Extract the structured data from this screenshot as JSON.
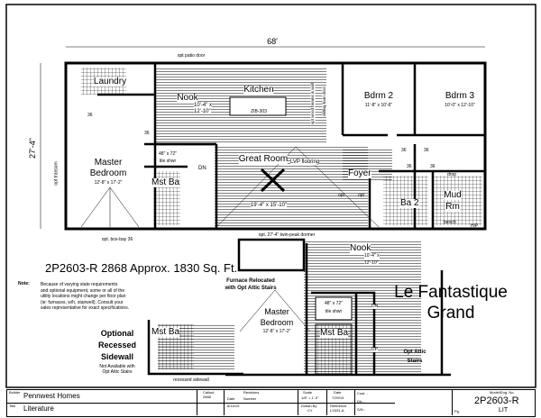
{
  "plan": {
    "overall_width": "68'",
    "overall_depth": "27'-4\"",
    "opt_patio_door": "opt patio door",
    "opt_transom": "opt transom",
    "opt_box_bay": "opt. box-bay 36",
    "opt_dormer": "opt. 27'-4\" twin-peak dormer",
    "laundry": "Laundry",
    "nook": "Nook",
    "nook_dim": "10'-4\" x",
    "nook_dim2": "12'-10\"",
    "kitchen": "Kitchen",
    "fridge": "ZIB-303",
    "bdrm2": "Bdrm 2",
    "bdrm2_dim": "11'-8\" x 10'-6\"",
    "bdrm3": "Bdrm 3",
    "bdrm3_dim": "10'-0\" x 12'-10\"",
    "great_room": "Great Room",
    "great_room_dim": "19'-4\" x 15'-10\"",
    "lvp": "LVP flooring",
    "foyer": "Foyer",
    "master": "Master",
    "bedroom": "Bedroom",
    "master_dim": "12'-8\" x 17'-2\"",
    "shower": "48\" x 72\"",
    "tile_shwr": "tile shwr",
    "mst_ba": "Mst Ba",
    "dn": "DN",
    "ba2": "Ba 2",
    "mud": "Mud",
    "rm": "Rm",
    "door36": "36",
    "opt": "opt",
    "wh": "w",
    "dr": "d",
    "p": "P",
    "hp": "H/P",
    "bench": "bench",
    "drop": "drop",
    "sliding": "sliding barn door",
    "beams": "opt wood beams & wall"
  },
  "info": {
    "model_line": "2P2603-R 2868  Approx. 1830 Sq. Ft.",
    "note_label": "Note:",
    "note": [
      "Because of varying state requirements",
      "and optional equipment, some or all of the",
      "utility locations might change per floor plan",
      "(ie: furnaces, w/h, stairwell).   Consult your",
      "sales representative for exact specifications."
    ],
    "series": "Le Fantastique",
    "series2": "Grand"
  },
  "options": {
    "recessed": [
      "Optional",
      "Recessed",
      "Sidewall"
    ],
    "recessed_note": [
      "Not Available with",
      "Opt Attic Stairs"
    ],
    "recessed_sidewall": "recessed sidewall",
    "furnace": [
      "Furnace Relocated",
      "with Opt Attic Stairs"
    ],
    "attic": [
      "Opt Attic",
      "Stairs"
    ],
    "up": "UP"
  },
  "titleblock": {
    "builder_label": "Builder",
    "builder": "Pennwest Homes",
    "title_label": "Title",
    "title": "Literature",
    "callout_label": "Callout",
    "callout": "2868",
    "revisions": "Revisions",
    "date_label": "Date",
    "number_label": "Number",
    "rev_date": "8/14/19",
    "scale_label": "Scale",
    "scale": "1/8\" = 1'-0\"",
    "date2_label": "Date",
    "date2": "7/29/19",
    "drawn_label": "Drawn By",
    "drawn": "CY",
    "ref_label": "Reference",
    "ref": "LX331-A",
    "cust": "Cust. -",
    "dlr": "Dlr. -",
    "sn": "S/N -",
    "model_label": "Model/Eng. No.",
    "model": "2P2603-R",
    "pg_label": "Pg.",
    "pg": "LIT"
  }
}
